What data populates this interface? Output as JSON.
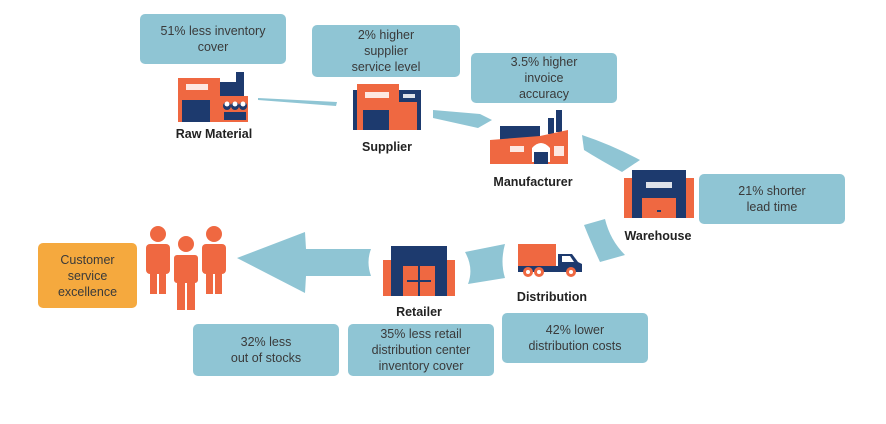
{
  "colors": {
    "box_blue": "#8fc5d4",
    "box_orange": "#f5a93e",
    "icon_orange": "#ef6841",
    "icon_navy": "#1d3a6e",
    "connector": "#8fc5d4"
  },
  "nodes": [
    {
      "id": "raw-material",
      "label": "Raw Material",
      "icon": "factory-with-plants-icon"
    },
    {
      "id": "supplier",
      "label": "Supplier",
      "icon": "supplier-building-icon"
    },
    {
      "id": "manufacturer",
      "label": "Manufacturer",
      "icon": "factory-icon"
    },
    {
      "id": "warehouse",
      "label": "Warehouse",
      "icon": "warehouse-icon"
    },
    {
      "id": "distribution",
      "label": "Distribution",
      "icon": "truck-icon"
    },
    {
      "id": "retailer",
      "label": "Retailer",
      "icon": "store-icon"
    },
    {
      "id": "customer",
      "label": "",
      "icon": "people-icon"
    }
  ],
  "benefits": {
    "raw_material": "51% less inventory\ncover",
    "supplier": "2% higher\nsupplier\nservice level",
    "manufacturer": "3.5% higher\ninvoice\naccuracy",
    "warehouse": "21% shorter\nlead time",
    "distribution": "42% lower\ndistribution costs",
    "retailer_dc": "35% less retail\ndistribution center\ninventory cover",
    "out_of_stocks": "32% less\nout of stocks",
    "customer": "Customer\nservice\nexcellence"
  }
}
